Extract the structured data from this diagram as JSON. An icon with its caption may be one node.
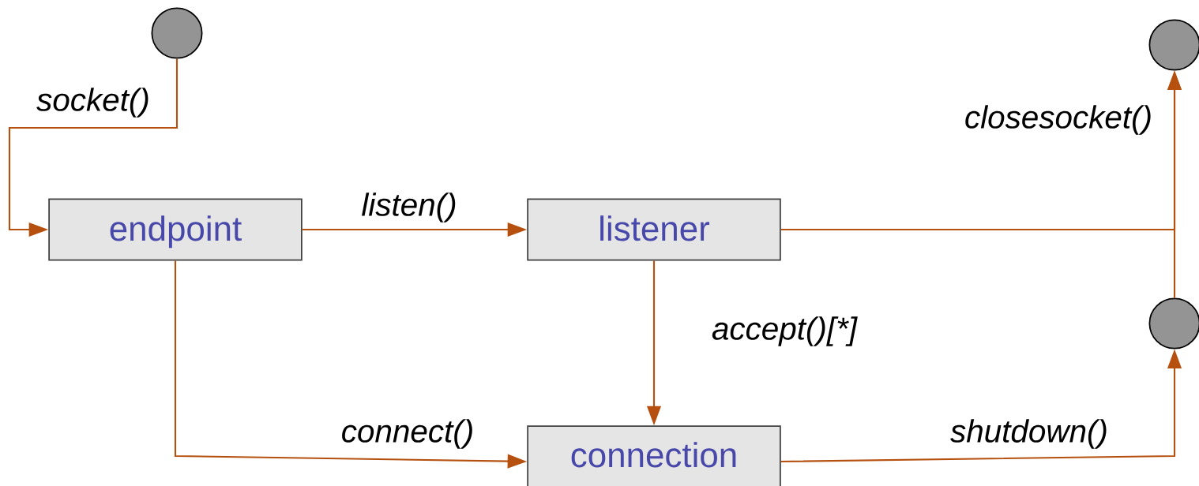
{
  "diagram": {
    "nodes": [
      {
        "text": [],
        "shape": "circle"
      },
      {
        "text": [
          "endpoint"
        ]
      },
      {
        "text": [
          "listener"
        ]
      },
      {
        "text": [
          "connection"
        ]
      },
      {
        "text": [],
        "shape": "circle"
      },
      {
        "text": [],
        "shape": "circle"
      }
    ],
    "edges": [
      {
        "from": 0,
        "to": 1,
        "arrow": "to",
        "label": "socket()"
      },
      {
        "from": 1,
        "to": 2,
        "arrow": "to",
        "label": "listen()"
      },
      {
        "from": 2,
        "to": 3,
        "arrow": "to",
        "label": "accept()[*]"
      },
      {
        "from": 1,
        "to": 3,
        "arrow": "to",
        "label": "connect()"
      },
      {
        "from": 3,
        "to": 5,
        "arrow": "to",
        "label": "shutdown()"
      },
      {
        "from": 2,
        "to": 4,
        "arrow": "to",
        "label": "closesocket()"
      },
      {
        "from": 5,
        "to": 4,
        "arrow": "to"
      }
    ]
  }
}
